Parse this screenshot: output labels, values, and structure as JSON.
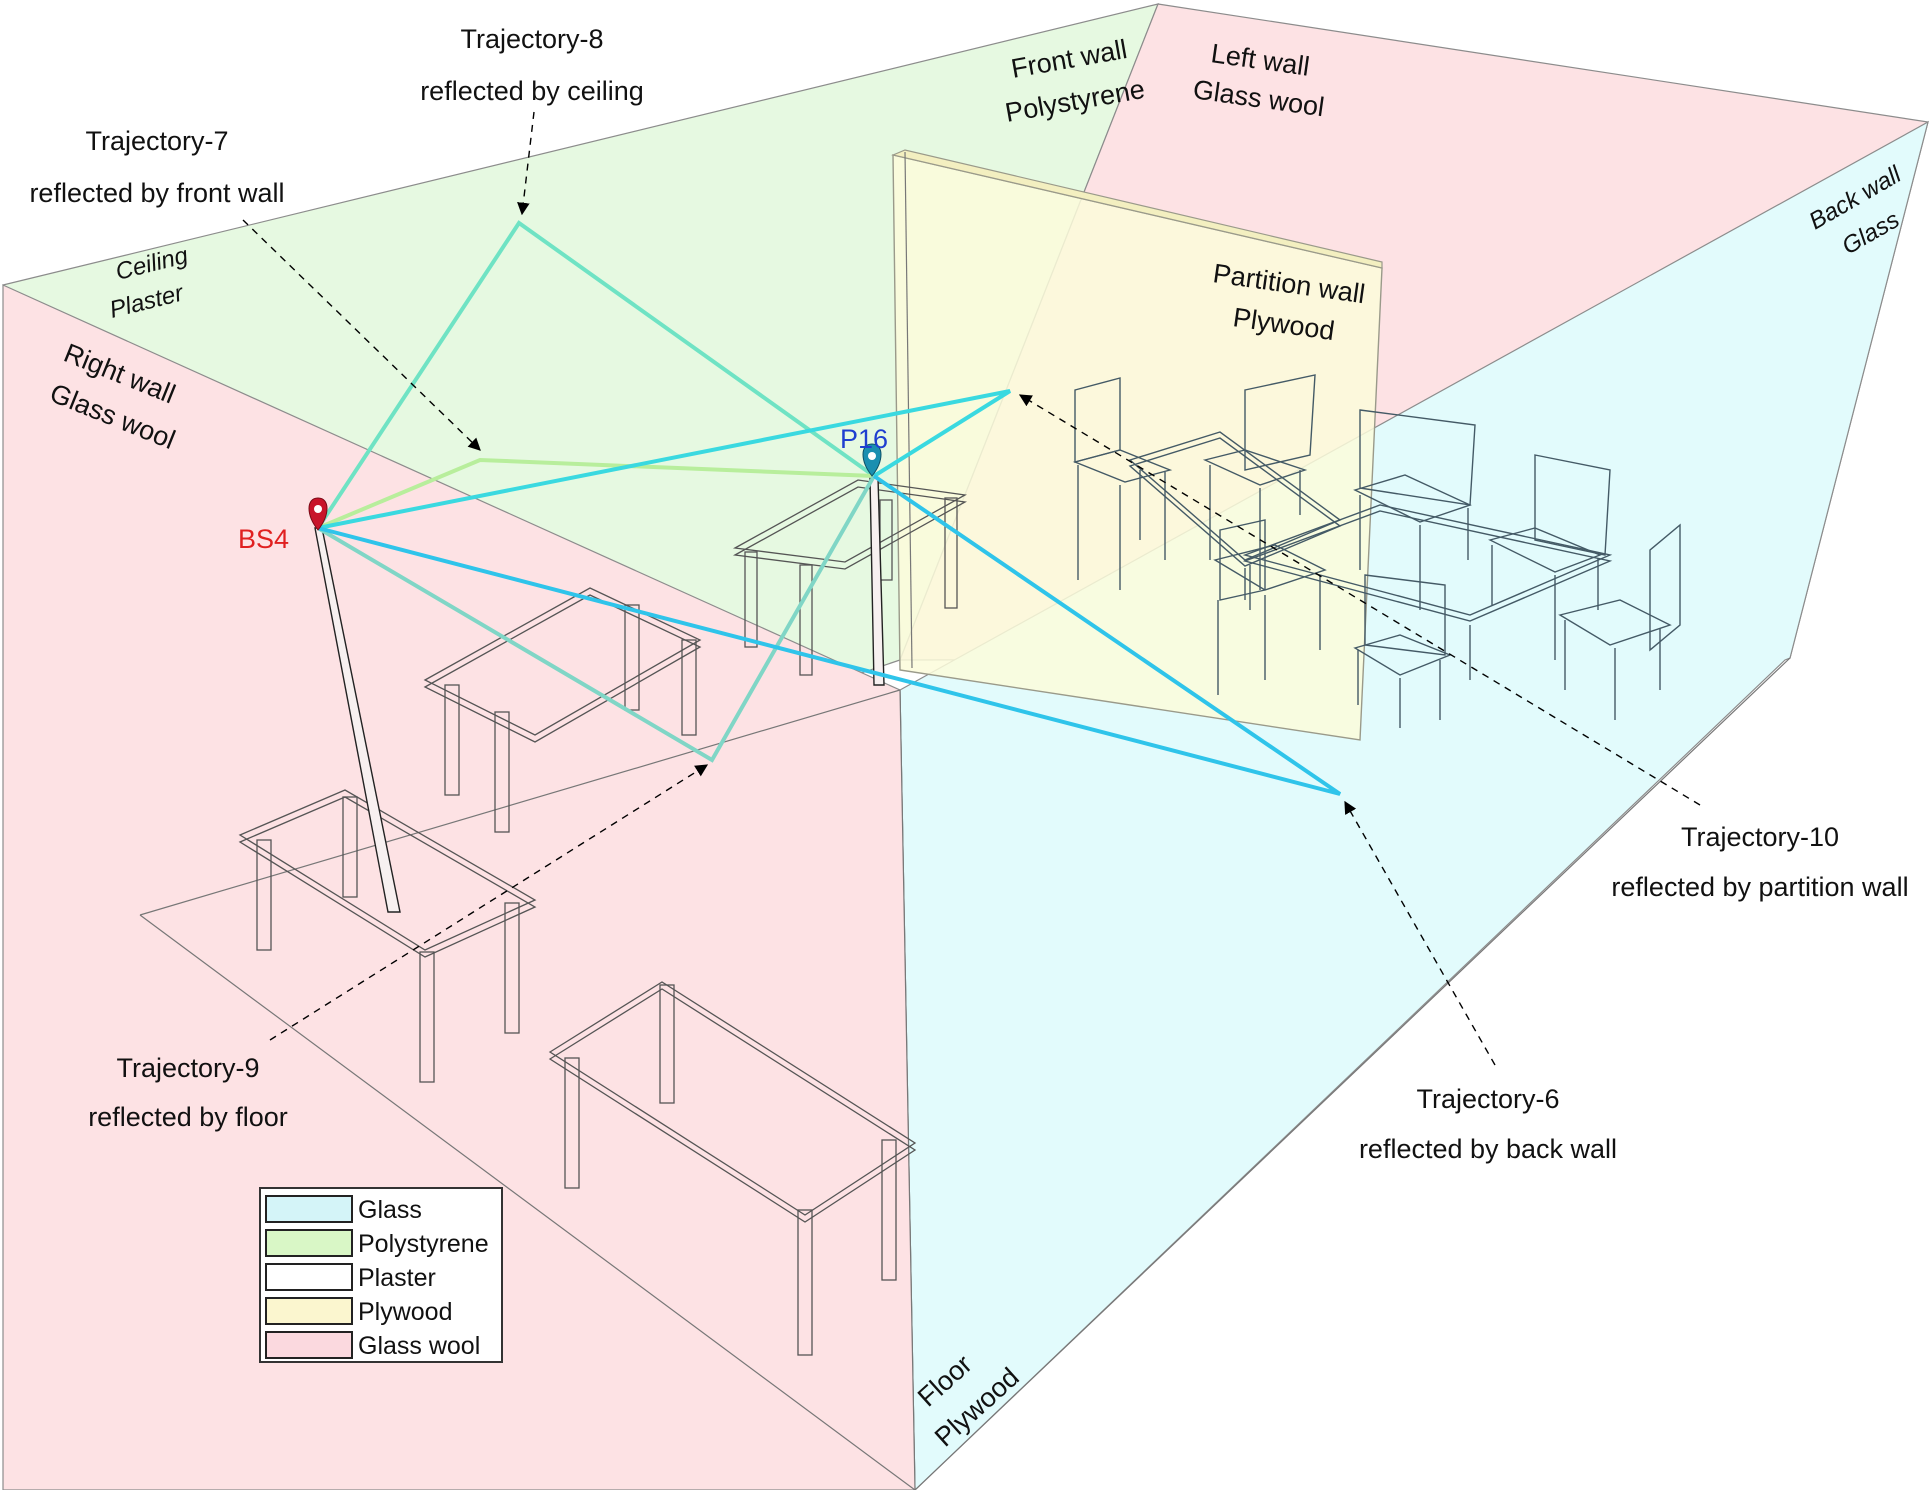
{
  "surfaces": {
    "ceiling": {
      "name": "Ceiling",
      "material": "Plaster"
    },
    "front_wall": {
      "name": "Front wall",
      "material": "Polystyrene"
    },
    "left_wall": {
      "name": "Left wall",
      "material": "Glass wool"
    },
    "back_wall": {
      "name": "Back wall",
      "material": "Glass"
    },
    "partition_wall": {
      "name": "Partition wall",
      "material": "Plywood"
    },
    "right_wall": {
      "name": "Right wall",
      "material": "Glass wool"
    },
    "floor": {
      "name": "Floor",
      "material": "Plywood"
    }
  },
  "nodes": {
    "bs": {
      "label": "BS4",
      "color": "#e02020"
    },
    "p": {
      "label": "P16",
      "color": "#1f3fd0"
    }
  },
  "trajectories": [
    {
      "id": "t8",
      "name": "Trajectory-8",
      "desc": "reflected by ceiling",
      "color": "#6fe3c4"
    },
    {
      "id": "t7",
      "name": "Trajectory-7",
      "desc": "reflected by front wall",
      "color": "#b8ee9c"
    },
    {
      "id": "t9",
      "name": "Trajectory-9",
      "desc": "reflected by floor",
      "color": "#7fd7c4"
    },
    {
      "id": "t10",
      "name": "Trajectory-10",
      "desc": "reflected by partition wall",
      "color": "#3ad9e0"
    },
    {
      "id": "t6",
      "name": "Trajectory-6",
      "desc": "reflected by back wall",
      "color": "#2fc4ea"
    }
  ],
  "legend": [
    {
      "label": "Glass",
      "color": "#d4f4f8"
    },
    {
      "label": "Polystyrene",
      "color": "#d9f7c6"
    },
    {
      "label": "Plaster",
      "color": "#ffffff"
    },
    {
      "label": "Plywood",
      "color": "#fbf6cf"
    },
    {
      "label": "Glass wool",
      "color": "#fbd9df"
    }
  ],
  "colors": {
    "glass": "#e2fbfc",
    "polystyrene": "#e6f9e1",
    "glass_wool": "#fde2e4",
    "plywood": "#fcfbda"
  }
}
